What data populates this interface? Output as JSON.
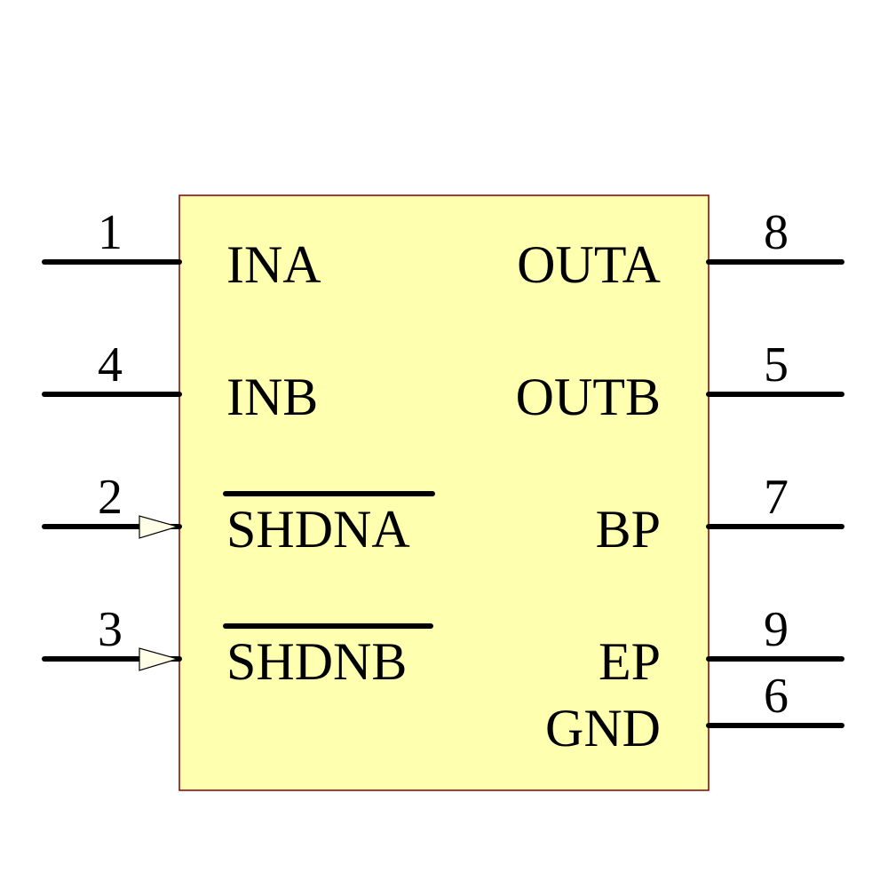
{
  "component": {
    "body_fill": "#ffffb0",
    "body_stroke": "#800000",
    "left_pins": [
      {
        "number": "1",
        "name": "INA",
        "overbar": false,
        "clock": false
      },
      {
        "number": "4",
        "name": "INB",
        "overbar": false,
        "clock": false
      },
      {
        "number": "2",
        "name": "SHDNA",
        "overbar": true,
        "clock": true
      },
      {
        "number": "3",
        "name": "SHDNB",
        "overbar": true,
        "clock": true
      }
    ],
    "right_pins": [
      {
        "number": "8",
        "name": "OUTA"
      },
      {
        "number": "5",
        "name": "OUTB"
      },
      {
        "number": "7",
        "name": "BP"
      },
      {
        "number": "9",
        "name": "EP"
      },
      {
        "number": "6",
        "name": "GND"
      }
    ]
  }
}
